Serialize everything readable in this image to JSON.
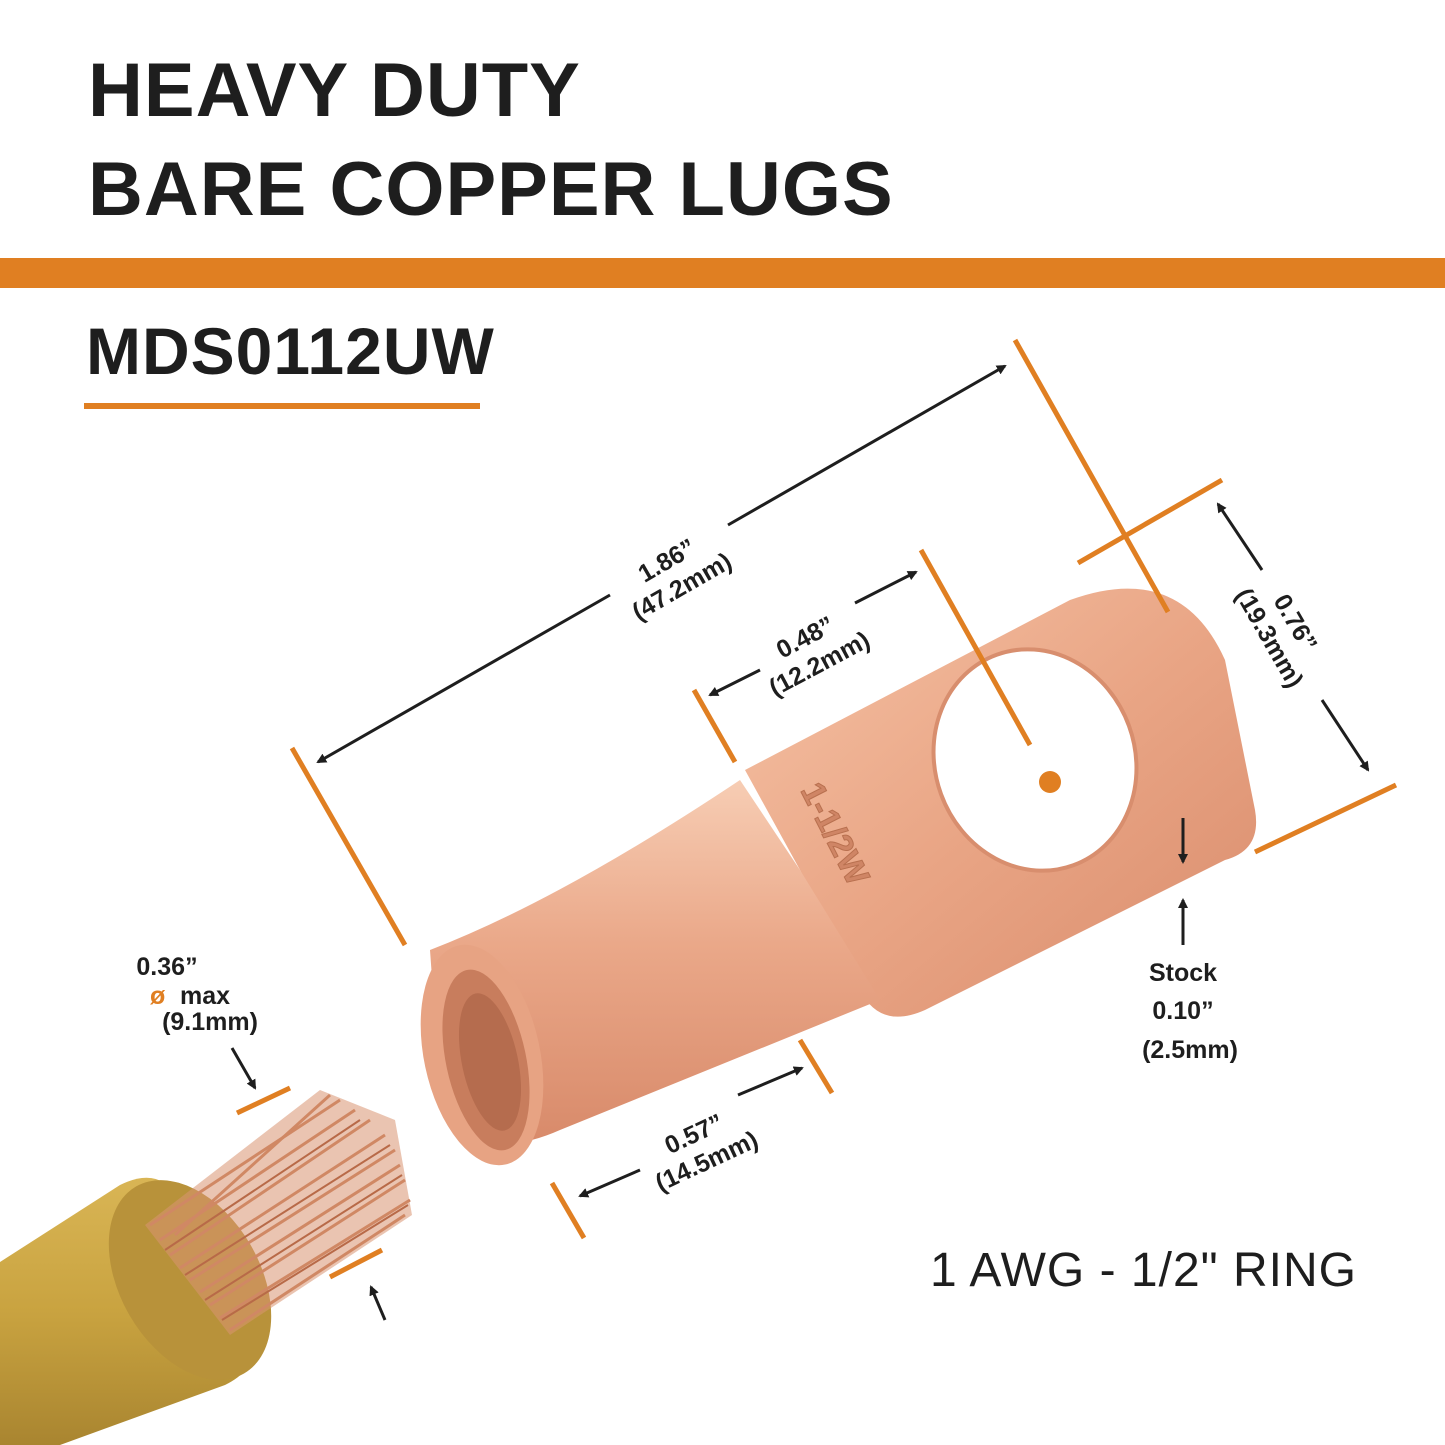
{
  "header": {
    "title_line1": "HEAVY DUTY",
    "title_line2": "BARE COPPER LUGS"
  },
  "product": {
    "sku": "MDS0112UW",
    "spec": "1 AWG - 1/2\" RING",
    "lug_stamp": "1-1/2W"
  },
  "dimensions": {
    "overall_length": {
      "inch": "1.86”",
      "mm": "(47.2mm)"
    },
    "hole_to_shoulder": {
      "inch": "0.48”",
      "mm": "(12.2mm)"
    },
    "width": {
      "inch": "0.76”",
      "mm": "(19.3mm)"
    },
    "barrel_length": {
      "inch": "0.57”",
      "mm": "(14.5mm)"
    },
    "stock": {
      "label": "Stock",
      "inch": "0.10”",
      "mm": "(2.5mm)"
    },
    "wire_diameter": {
      "inch": "0.36”",
      "symbol": "ø",
      "suffix": "max",
      "mm": "(9.1mm)"
    }
  },
  "colors": {
    "accent": "#e07f22",
    "copper": "#e9a585",
    "wire_insulation": "#c9a340",
    "text": "#1e1e1e"
  }
}
